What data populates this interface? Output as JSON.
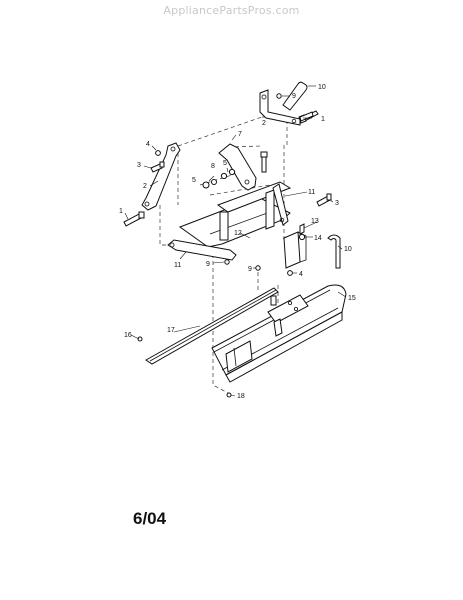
{
  "watermark": "AppliancePartsPros.com",
  "date_code": "6/04",
  "callouts": {
    "c10a": "10",
    "c9a": "9",
    "c2a": "2",
    "c1a": "1",
    "c7": "7",
    "c4a": "4",
    "c3a": "3",
    "c8": "8",
    "c5a": "5",
    "c5b": "5",
    "c2b": "2",
    "c11a": "11",
    "c3b": "3",
    "c13": "13",
    "c14": "14",
    "c10b": "10",
    "c1b": "1",
    "c12": "12",
    "c11b": "11",
    "c9b": "9",
    "c9c": "9",
    "c4b": "4",
    "c15": "15",
    "c17": "17",
    "c16": "16",
    "c18": "18"
  },
  "icons": {
    "bolt": "bolt-icon",
    "nut": "nut-icon",
    "pin": "pin-icon"
  }
}
